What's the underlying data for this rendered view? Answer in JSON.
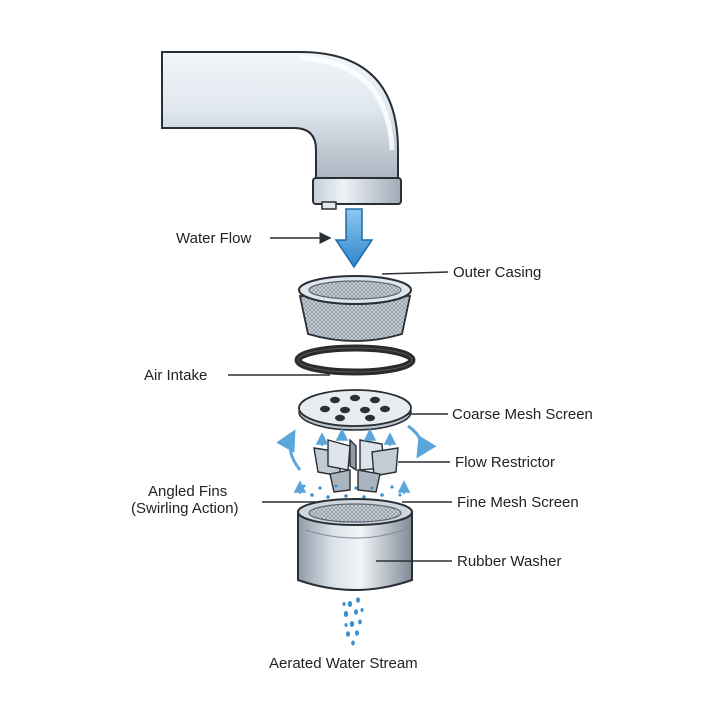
{
  "labels": {
    "water_flow": "Water Flow",
    "outer_casing": "Outer Casing",
    "air_intake": "Air Intake",
    "coarse_mesh": "Coarse Mesh Screen",
    "flow_restrictor": "Flow Restrictor",
    "angled_fins_line1": "Angled Fins",
    "angled_fins_line2": "(Swirling Action)",
    "fine_mesh": "Fine Mesh Screen",
    "rubber_washer": "Rubber Washer",
    "aerated_stream": "Aerated Water Stream"
  },
  "colors": {
    "water": "#3a8fd0",
    "metal_light": "#e6ecf1",
    "metal_dark": "#8d9aa6",
    "outline": "#2a2f35",
    "washer": "#2b2b2b",
    "background": "#ffffff"
  }
}
